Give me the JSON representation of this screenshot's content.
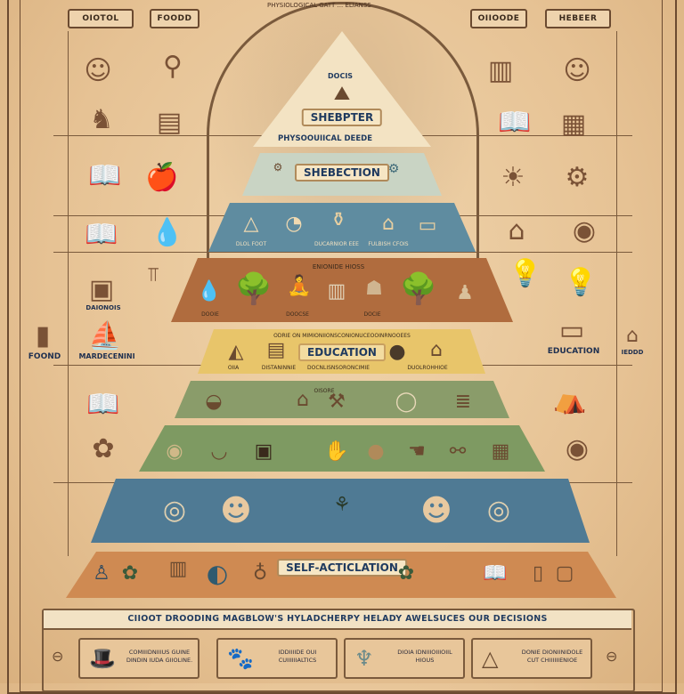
{
  "top_tags": [
    "OIOTOL",
    "FOODD",
    "OIIOODE",
    "HEBEER"
  ],
  "arc_text": "PHYSIOLOGICAL GATT ... ELIANSS",
  "pyramid": {
    "apex_text": "DOCIS",
    "layers": [
      {
        "label": "SHEBPTER",
        "sub": "PHYSOOUIICAL DEEDE",
        "color": "#f3e3c3"
      },
      {
        "label": "SHEBECTION",
        "sub": "",
        "color": "#c9d4c4"
      },
      {
        "label": "",
        "sub": "",
        "color": "#5f8ca0",
        "captions": [
          "DLOL FOOT",
          "DUCARNIOR EEE",
          "FULBISH CFOIS"
        ]
      },
      {
        "label": "",
        "sub": "ENIONIDE HIOSS",
        "color": "#b06c3e",
        "captions": [
          "DOOIE",
          "DOOCSE",
          "DOCIE"
        ]
      },
      {
        "label": "EDUCATION",
        "sub": "ODRIE ON MIMIONIIONSCONIONUCEOOINRNOOEES",
        "color": "#e8c56a",
        "captions": [
          "OIIA",
          "DISTANINNIE",
          "DOCNLISNSORONCIMIE",
          "DUOLROHHIOE"
        ]
      },
      {
        "label": "",
        "sub": "OISORE",
        "color": "#8a9c6a"
      },
      {
        "label": "",
        "sub": "",
        "color": "#7e9a62"
      },
      {
        "label": "",
        "sub": "",
        "color": "#4f7a94"
      },
      {
        "label": "SELF-ACTICLATION",
        "sub": "",
        "color": "#cf8a52"
      }
    ]
  },
  "side": {
    "left_labels": [
      "DAIONOIS",
      "FOOND",
      "MARDECENINI"
    ],
    "right_labels": [
      "EDUCATION",
      "IEDDD"
    ]
  },
  "banner": "CIIOOT DROODING MAGBLOW'S HYLADCHERPY HELADY AWELSUCES OUR DECISIONS",
  "cards": [
    {
      "icon": "hat-icon",
      "text": "COMIIIDNIIIUS GUINE DINDIN IUDA GIIOLINE."
    },
    {
      "icon": "paw-icon",
      "text": "IDDIIIIDE OUI CUIIIIIIALTICS"
    },
    {
      "icon": "angel-icon",
      "text": "DIOIA IDNIIIOIIIOIIL HIOUS"
    },
    {
      "icon": "triangle-icon",
      "text": "DONIE DIONIINIDOLE CUT CHIIIIIIENIOE"
    }
  ],
  "colors": {
    "parchment": "#e6c294",
    "ink": "#6b4a30",
    "title_blue": "#1f3a5f"
  }
}
